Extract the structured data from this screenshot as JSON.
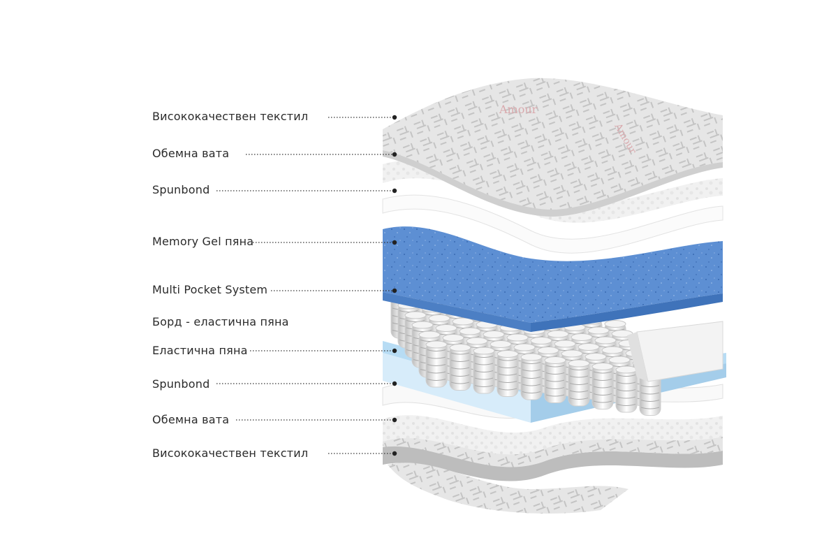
{
  "brand": "Amour",
  "colors": {
    "text": "#2a2a2a",
    "memory_gel": "#5d8fd3",
    "elastic_foam": "#b7dcf4",
    "textile": "#dcdcdc",
    "white_layer": "#f7f7f7"
  },
  "layers": [
    {
      "label": "Висококачествен текстил"
    },
    {
      "label": "Обемна вата"
    },
    {
      "label": "Spunbond"
    },
    {
      "label": "Memory Gel пяна"
    },
    {
      "label": "Multi Pocket System"
    },
    {
      "label": "Борд - еластична пяна"
    },
    {
      "label": "Еластична пяна"
    },
    {
      "label": "Spunbond"
    },
    {
      "label": "Обемна вата"
    },
    {
      "label": "Висококачествен текстил"
    }
  ]
}
